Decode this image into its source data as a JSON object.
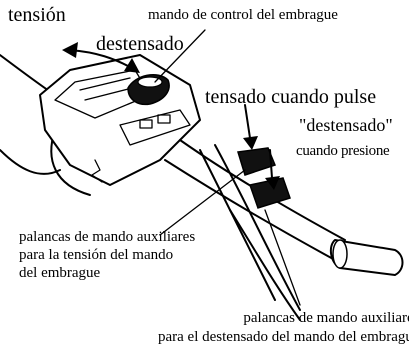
{
  "labels": {
    "tension": "tensión",
    "clutch_control": "mando de control del embrague",
    "destensado": "destensado",
    "tensado_cuando_pulse": "tensado cuando pulse",
    "destensado_quoted": "\"destensado\"",
    "cuando_presione": "cuando presione",
    "aux_tension_line1": "palancas de mando auxiliares",
    "aux_tension_line2": "para la tensión del mando",
    "aux_tension_line3": "del embrague",
    "aux_destensado_line1": "palancas de mando auxiliares",
    "aux_destensado_line2": "para el destensado del mando del embrague"
  }
}
